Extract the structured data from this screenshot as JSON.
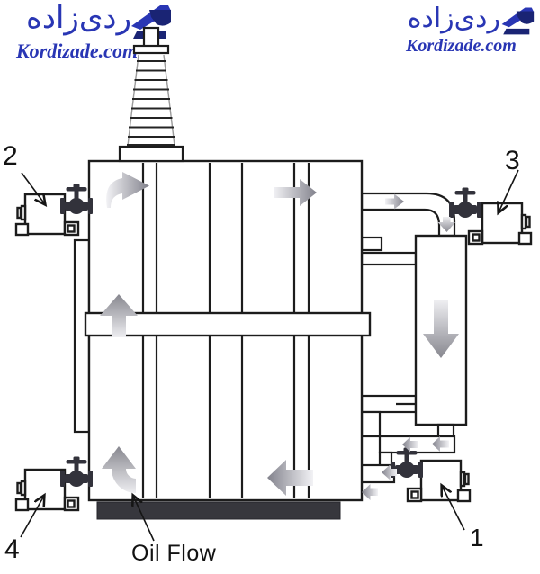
{
  "watermarks": {
    "top_left": {
      "brand_persian": "ردی‌زاده",
      "site": "Kordizade.com"
    },
    "top_right": {
      "brand_persian": "ردی‌زاده",
      "site": "Kordizade.com"
    }
  },
  "callouts": {
    "pump_bottom_right": "1",
    "pump_top_left": "2",
    "pump_top_right": "3",
    "pump_bottom_left": "4",
    "oil_flow": "Oil Flow"
  },
  "colors": {
    "watermark_blue": "#2936b4",
    "logo_navy": "#1a2474",
    "line_black": "#1c1c1c",
    "valve_dark": "#32323b",
    "base_skid_dark": "#37373d",
    "flow_arrow_dark": "#82828c",
    "flow_arrow_light": "#f2f2f5"
  }
}
